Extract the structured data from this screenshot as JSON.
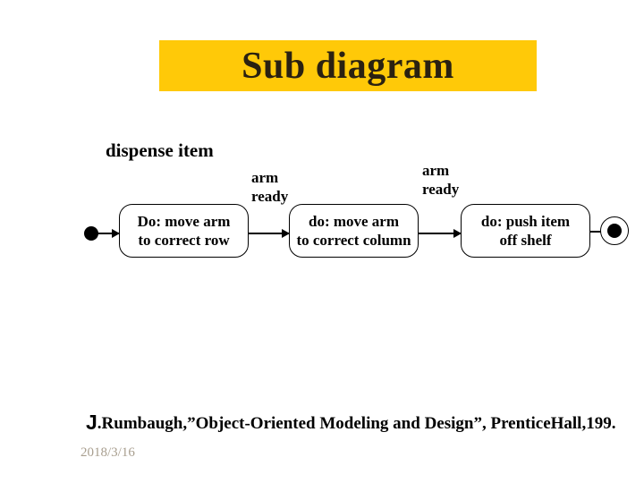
{
  "slide": {
    "title": "Sub diagram",
    "subtitle": "dispense item",
    "colors": {
      "title_bg": "#FFC908",
      "title_text": "#2a2111",
      "date_text": "#a89e8e",
      "diagram_stroke": "#000000",
      "background": "#ffffff"
    },
    "footer": {
      "citation_initial": "J",
      "citation_text": ".Rumbaugh,”Object-Oriented Modeling and Design”, PrenticeHall,199.",
      "date": "2018/3/16"
    }
  },
  "diagram": {
    "type": "uml-state-diagram",
    "initial_state": "initial-dot",
    "final_state": "final-bullseye",
    "states": [
      {
        "line1": "Do: move arm",
        "line2": "to correct row"
      },
      {
        "line1": "do: move arm",
        "line2": "to correct column"
      },
      {
        "line1": "do: push item",
        "line2": "off shelf"
      }
    ],
    "transition_labels": [
      {
        "line1": "arm",
        "line2": "ready"
      },
      {
        "line1": "arm",
        "line2": "ready"
      }
    ]
  }
}
